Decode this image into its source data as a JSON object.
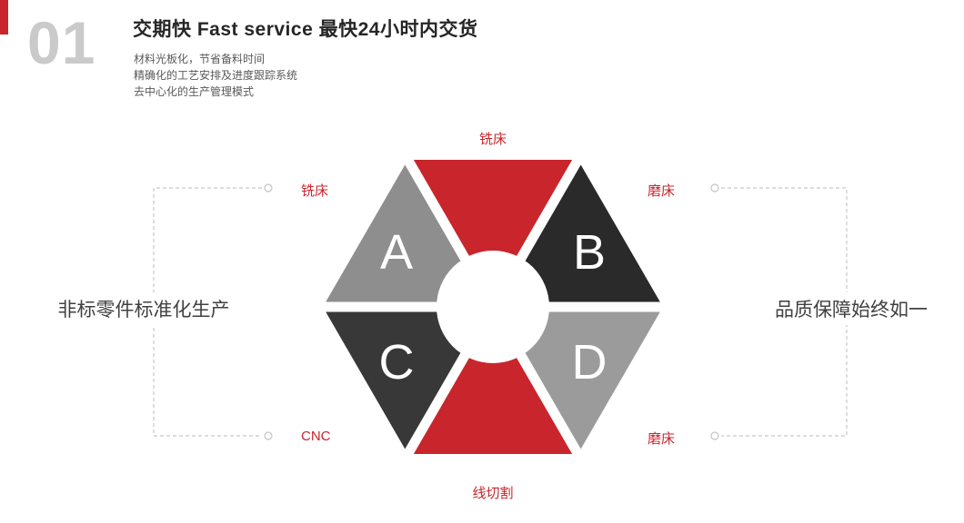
{
  "colors": {
    "accent_red": "#c9252c",
    "wedge_dark": "#2a2a2a",
    "wedge_dark_alt": "#383838",
    "wedge_gray": "#8e8e8e",
    "wedge_gray_alt": "#9b9b9b",
    "number_gray": "#cacaca",
    "connector_gray": "#c8c8c8"
  },
  "header": {
    "index": "01",
    "title": "交期快  Fast service 最快24小时内交货",
    "bullets": [
      "材料光板化，节省备料时间",
      "精确化的工艺安排及进度跟踪系统",
      "去中心化的生产管理模式"
    ]
  },
  "diagram": {
    "segments": [
      {
        "position": "top",
        "color": "#c9252c",
        "letter": "",
        "label": "铣床"
      },
      {
        "position": "top-right",
        "color": "#2a2a2a",
        "letter": "B",
        "label": "磨床"
      },
      {
        "position": "bottom-right",
        "color": "#9b9b9b",
        "letter": "D",
        "label": "磨床"
      },
      {
        "position": "bottom",
        "color": "#c9252c",
        "letter": "",
        "label": "线切割"
      },
      {
        "position": "bottom-left",
        "color": "#383838",
        "letter": "C",
        "label": "CNC"
      },
      {
        "position": "top-left",
        "color": "#8e8e8e",
        "letter": "A",
        "label": "铣床"
      }
    ],
    "labels": {
      "top": "铣床",
      "left": "铣床",
      "top_right": "磨床",
      "bottom_left": "CNC",
      "bottom_right": "磨床",
      "bottom": "线切割"
    },
    "callouts": {
      "left": "非标零件标准化生产",
      "right": "品质保障始终如一"
    }
  }
}
